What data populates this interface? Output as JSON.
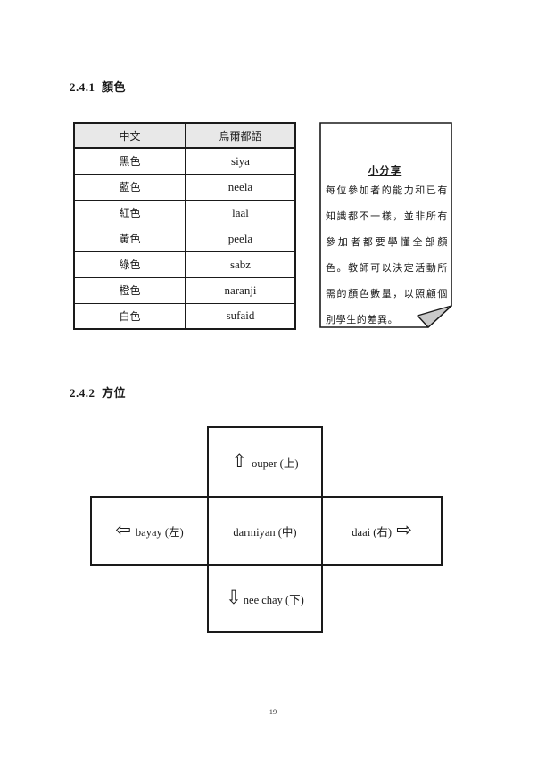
{
  "colors_section": {
    "heading": "2.4.1  顏色",
    "table": {
      "headers": {
        "chinese": "中文",
        "urdu": "烏爾都語"
      },
      "rows": [
        {
          "chinese": "黑色",
          "urdu": "siya"
        },
        {
          "chinese": "藍色",
          "urdu": "neela"
        },
        {
          "chinese": "紅色",
          "urdu": "laal"
        },
        {
          "chinese": "黃色",
          "urdu": "peela"
        },
        {
          "chinese": "綠色",
          "urdu": "sabz"
        },
        {
          "chinese": "橙色",
          "urdu": "naranji"
        },
        {
          "chinese": "白色",
          "urdu": "sufaid"
        }
      ]
    },
    "note": {
      "title": "小分享",
      "body": "每位參加者的能力和已有知識都不一樣，並非所有參加者都要學懂全部顏色。教師可以決定活動所需的顏色數量，以照顧個別學生的差異。"
    }
  },
  "directions_section": {
    "heading": "2.4.2  方位",
    "cells": {
      "up": {
        "label": "ouper (上)",
        "icon": "⇧"
      },
      "left": {
        "label": "bayay (左)",
        "icon": "⇦"
      },
      "center": {
        "label": "darmiyan (中)"
      },
      "right": {
        "label": "daai (右)",
        "icon": "⇨"
      },
      "down": {
        "label": "nee chay (下)",
        "icon": "⇩"
      }
    }
  },
  "page_number": "19",
  "theme": {
    "border_color": "#1a1a1a",
    "table_header_bg": "#e8e8e8",
    "fold_gray": "#c9c9c9"
  }
}
